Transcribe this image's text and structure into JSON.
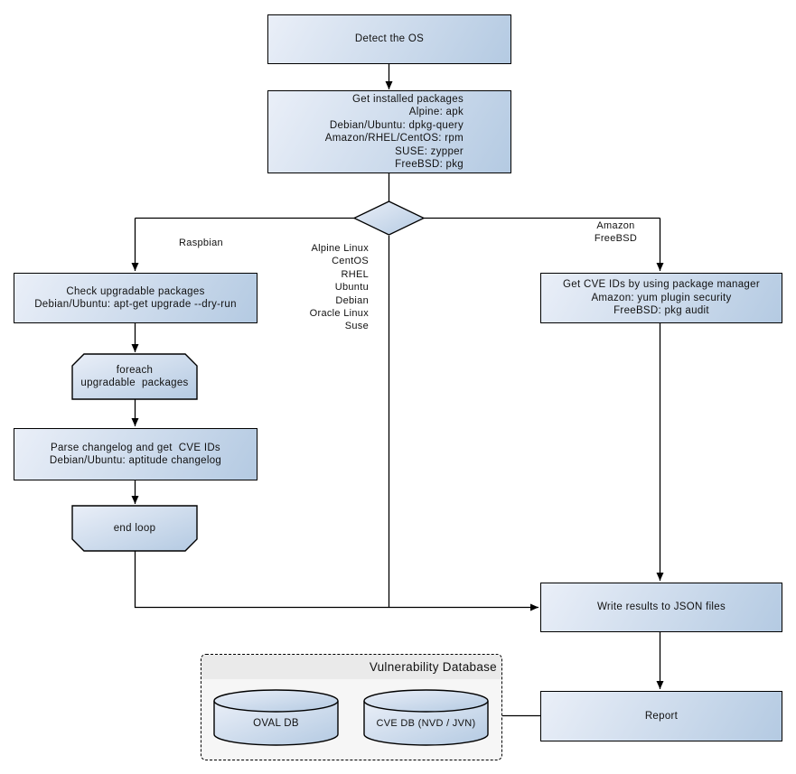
{
  "colors": {
    "node_fill_light": "#eaeff8",
    "node_fill_dark": "#b4cae2",
    "node_border": "#000000",
    "line": "#000000",
    "db_container_bg": "#f6f6f6",
    "db_title_bg": "#eaeaea",
    "canvas_bg": "#ffffff",
    "text": "#111111"
  },
  "nodes": {
    "detect_os": "Detect the OS",
    "get_installed_packages": "Get installed packages\nAlpine: apk\nDebian/Ubuntu: dpkg-query\nAmazon/RHEL/CentOS: rpm\nSUSE: zypper\nFreeBSD: pkg",
    "check_upgradable": "Check upgradable packages\nDebian/Ubuntu: apt-get upgrade --dry-run",
    "foreach_loop": "foreach\nupgradable  packages",
    "parse_changelog": "Parse changelog and get  CVE IDs\nDebian/Ubuntu: aptitude changelog",
    "end_loop": "end loop",
    "get_cve_ids": "Get CVE IDs by using package manager\nAmazon: yum plugin security\nFreeBSD: pkg audit",
    "write_results": "Write results to JSON files",
    "report": "Report",
    "oval_db": "OVAL DB",
    "cve_db": "CVE DB (NVD / JVN)"
  },
  "labels": {
    "raspbian": "Raspbian",
    "amazon_freebsd": "Amazon\nFreeBSD",
    "os_list": "Alpine Linux\nCentOS\nRHEL\nUbuntu\nDebian\nOracle Linux\nSuse",
    "vulnerability_database": "Vulnerability Database"
  }
}
